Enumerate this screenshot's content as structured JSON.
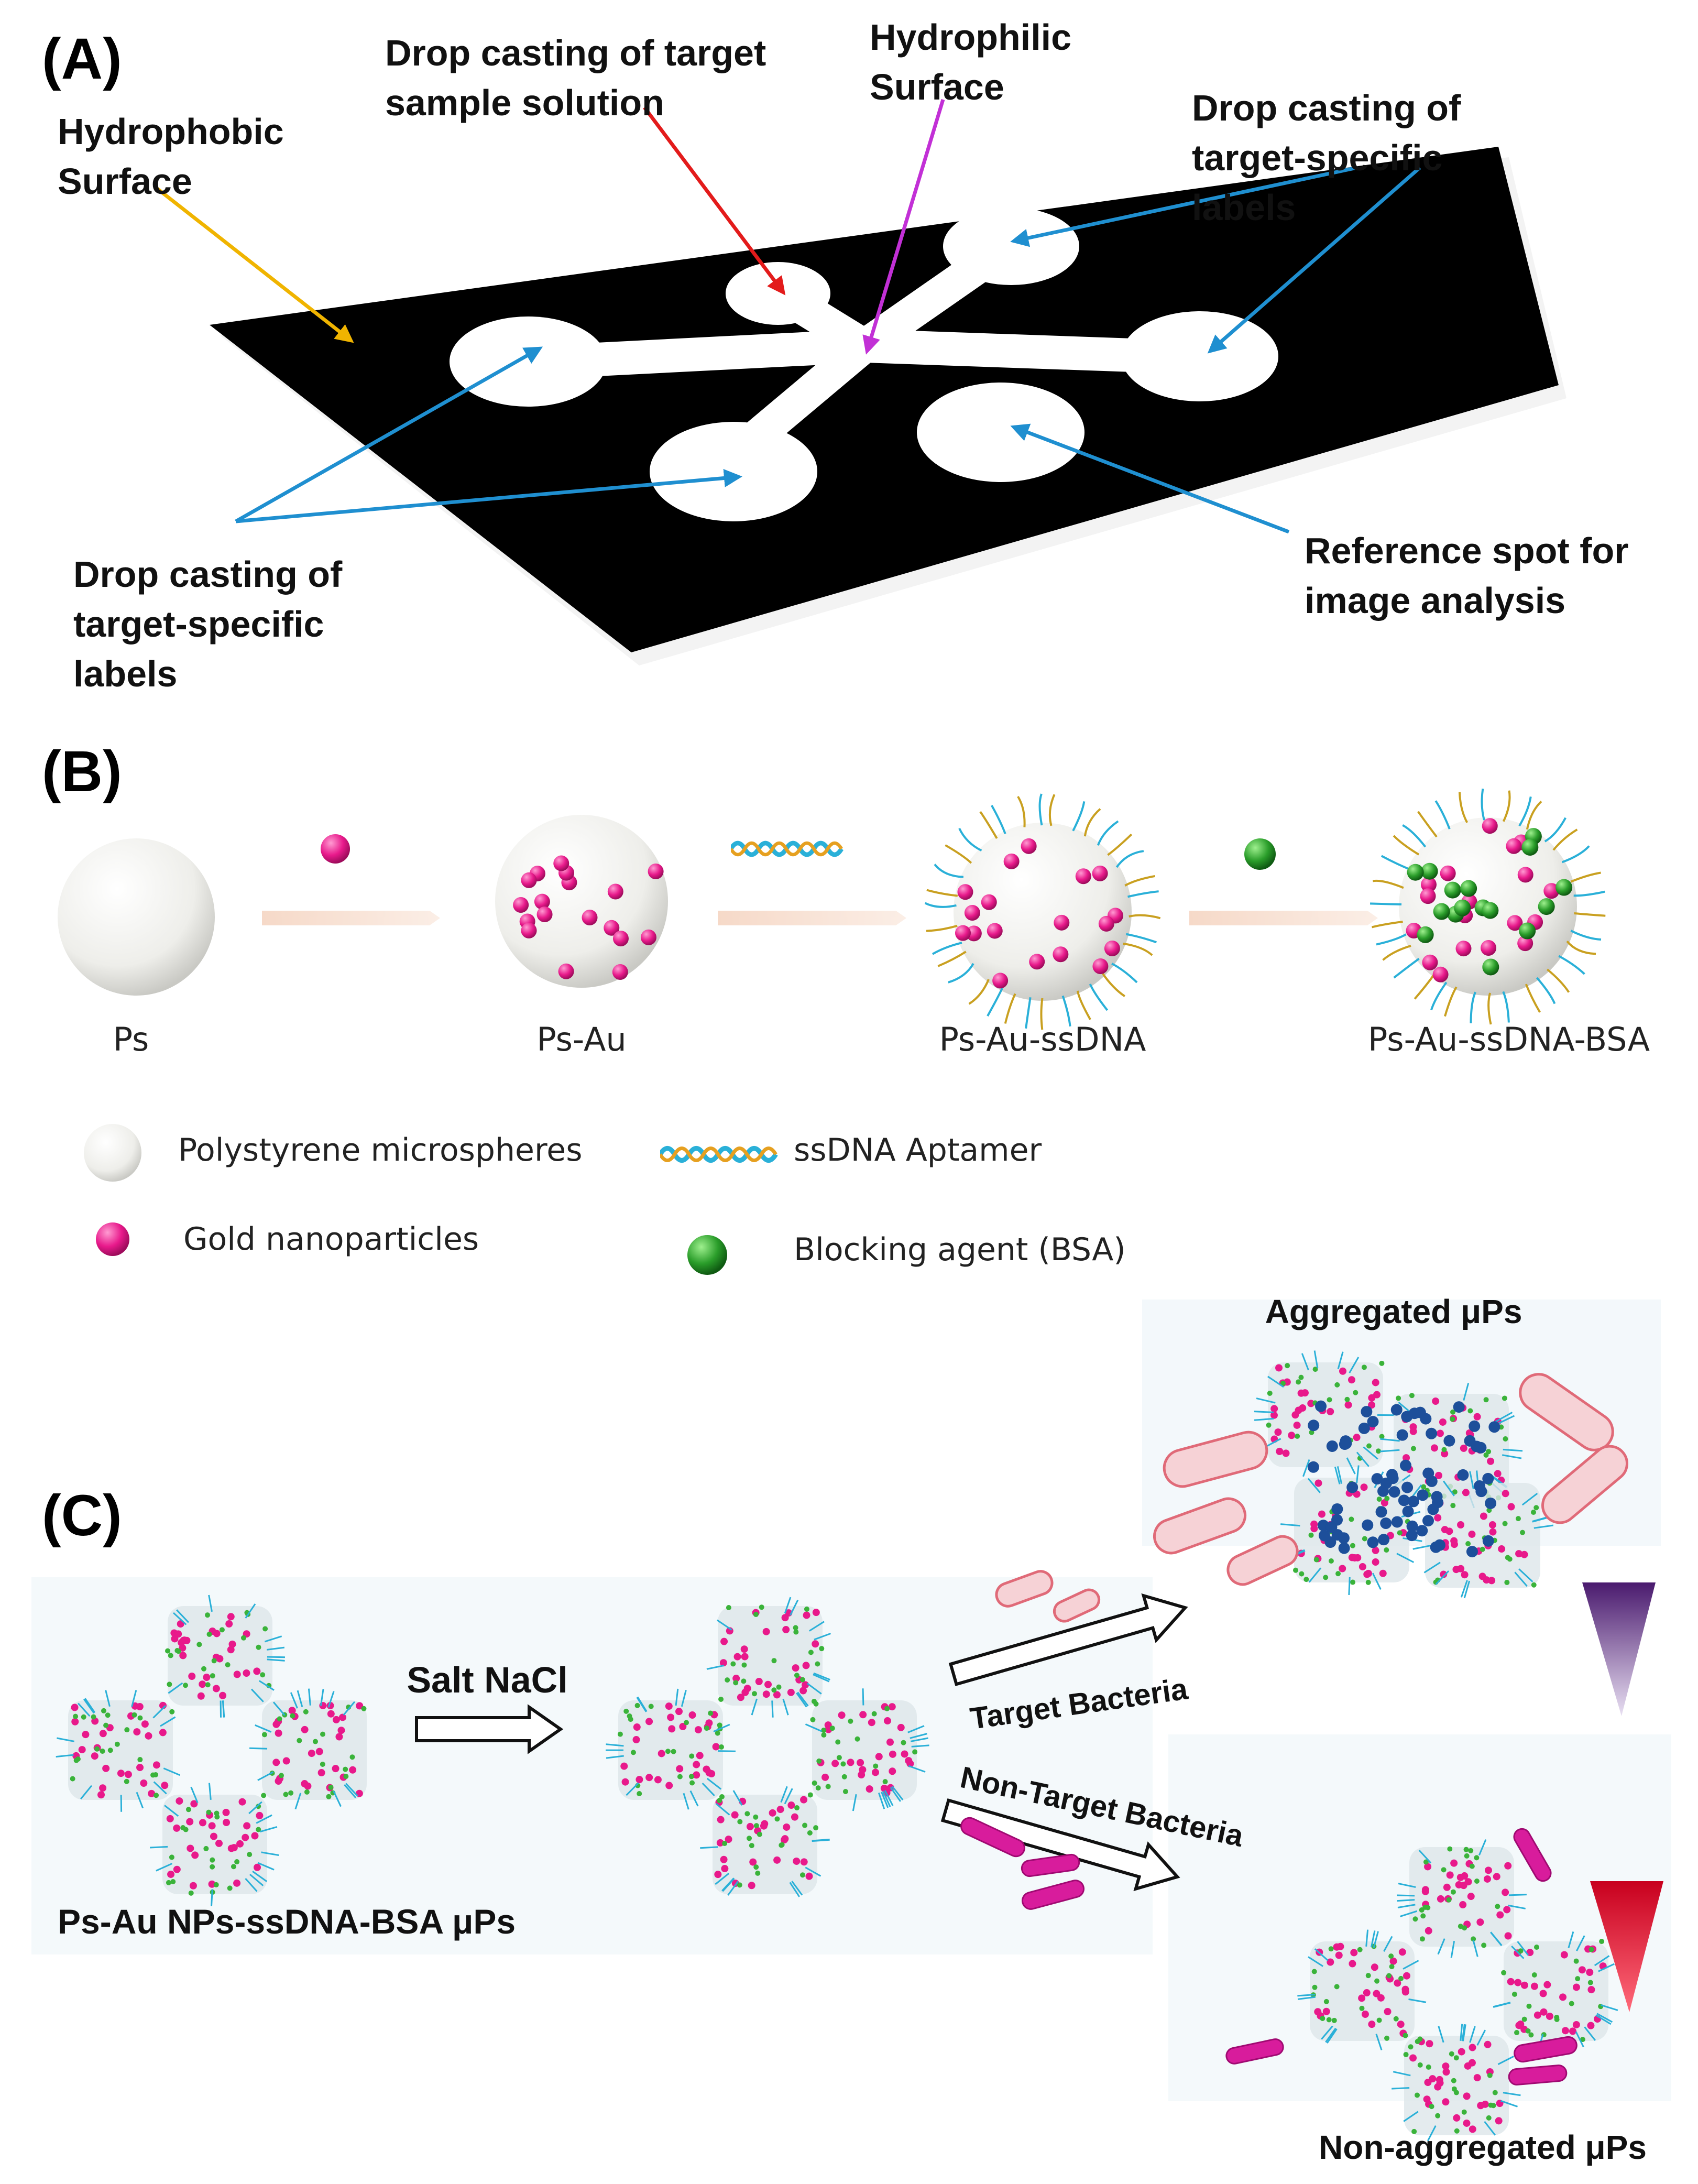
{
  "panels": {
    "a": "(A)",
    "b": "(B)",
    "c": "(C)"
  },
  "panel_a": {
    "hydrophobic": [
      "Hydrophobic",
      "Surface"
    ],
    "target_sample": [
      "Drop casting of target",
      "sample solution"
    ],
    "hydrophilic": [
      "Hydrophilic",
      "Surface"
    ],
    "labels_right": [
      "Drop casting of",
      "target-specific",
      "labels"
    ],
    "labels_left": [
      "Drop casting of",
      "target-specific",
      "labels"
    ],
    "reference": [
      "Reference spot for",
      "image analysis"
    ]
  },
  "panel_b": {
    "stages": [
      "Ps",
      "Ps-Au",
      "Ps-Au-ssDNA",
      "Ps-Au-ssDNA-BSA"
    ],
    "legend": {
      "polystyrene": "Polystyrene microspheres",
      "gold": "Gold nanoparticles",
      "aptamer": "ssDNA Aptamer",
      "bsa": "Blocking agent (BSA)"
    }
  },
  "panel_c": {
    "salt": "Salt NaCl",
    "start": "Ps-Au NPs-ssDNA-BSA μPs",
    "target": "Target Bacteria",
    "non_target": "Non-Target Bacteria",
    "aggregated": "Aggregated μPs",
    "non_aggregated": "Non-aggregated μPs"
  },
  "colors": {
    "gold_np": "#e8198b",
    "bsa": "#2a9d2a",
    "pointer_yellow": "#f0b400",
    "pointer_red": "#e31b1b",
    "pointer_magenta": "#c230d6",
    "pointer_blue": "#1f8fd0",
    "aggregate_blue": "#1d4f9a"
  }
}
